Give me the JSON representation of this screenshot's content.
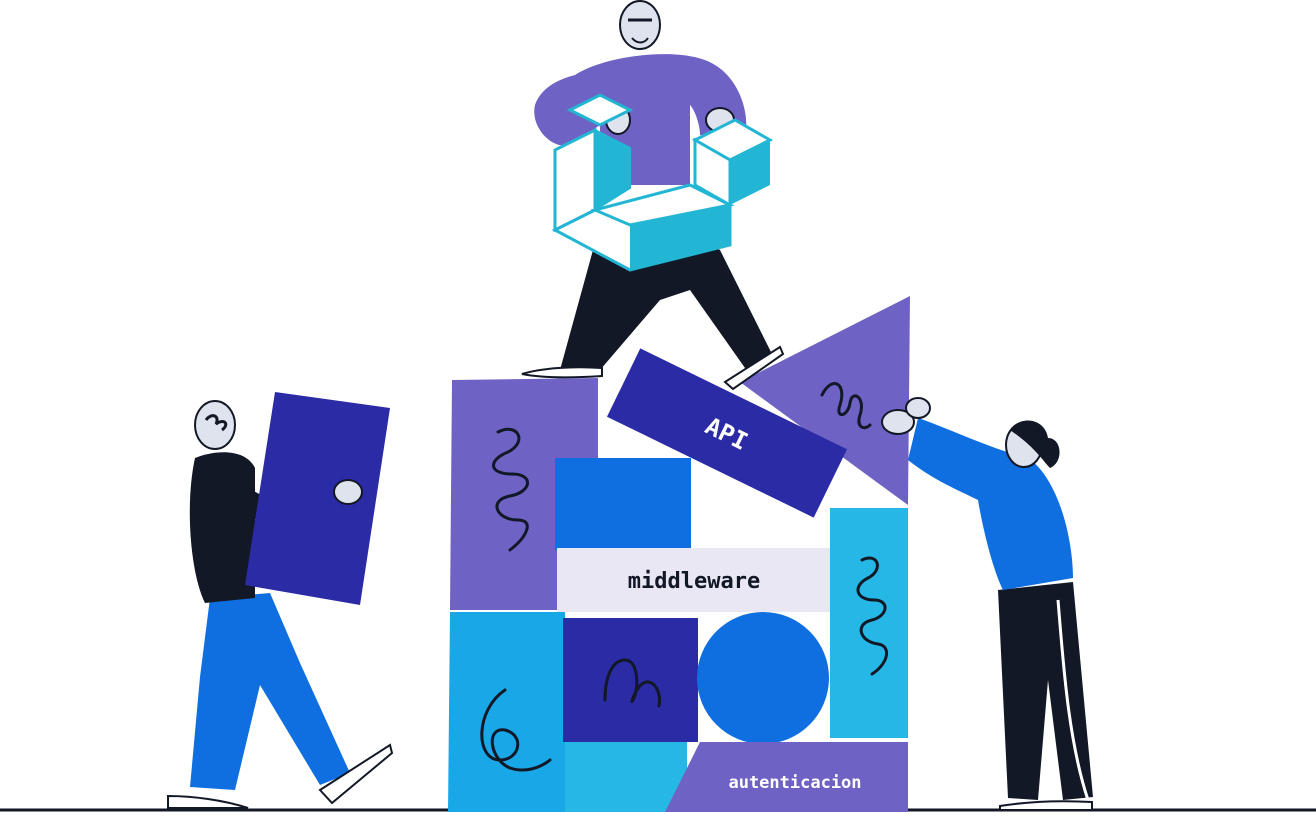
{
  "illustration": {
    "labels": {
      "api": "API",
      "middleware": "middleware",
      "auth": "autenticacion"
    },
    "colors": {
      "lavender": "#6e63c4",
      "navy": "#2b2ba6",
      "royal_blue": "#0f6fe0",
      "cyan": "#25b8e6",
      "sky": "#18a8e8",
      "teal_block": "#23b6d4",
      "pale": "#e9e7f4",
      "ink": "#121826",
      "skin": "#dfe3ee",
      "white": "#ffffff"
    }
  }
}
